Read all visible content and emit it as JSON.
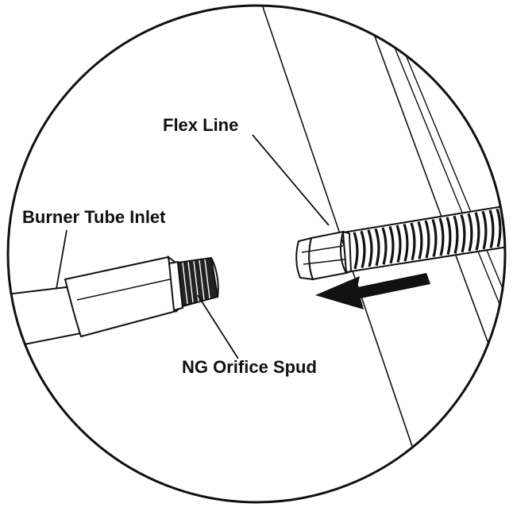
{
  "labels": {
    "flex_line": "Flex Line",
    "burner_tube_inlet": "Burner Tube Inlet",
    "ng_orifice_spud": "NG Orifice Spud"
  },
  "colors": {
    "ink": "#111111",
    "background": "#ffffff"
  },
  "icons": [
    "direction-arrow-icon"
  ]
}
